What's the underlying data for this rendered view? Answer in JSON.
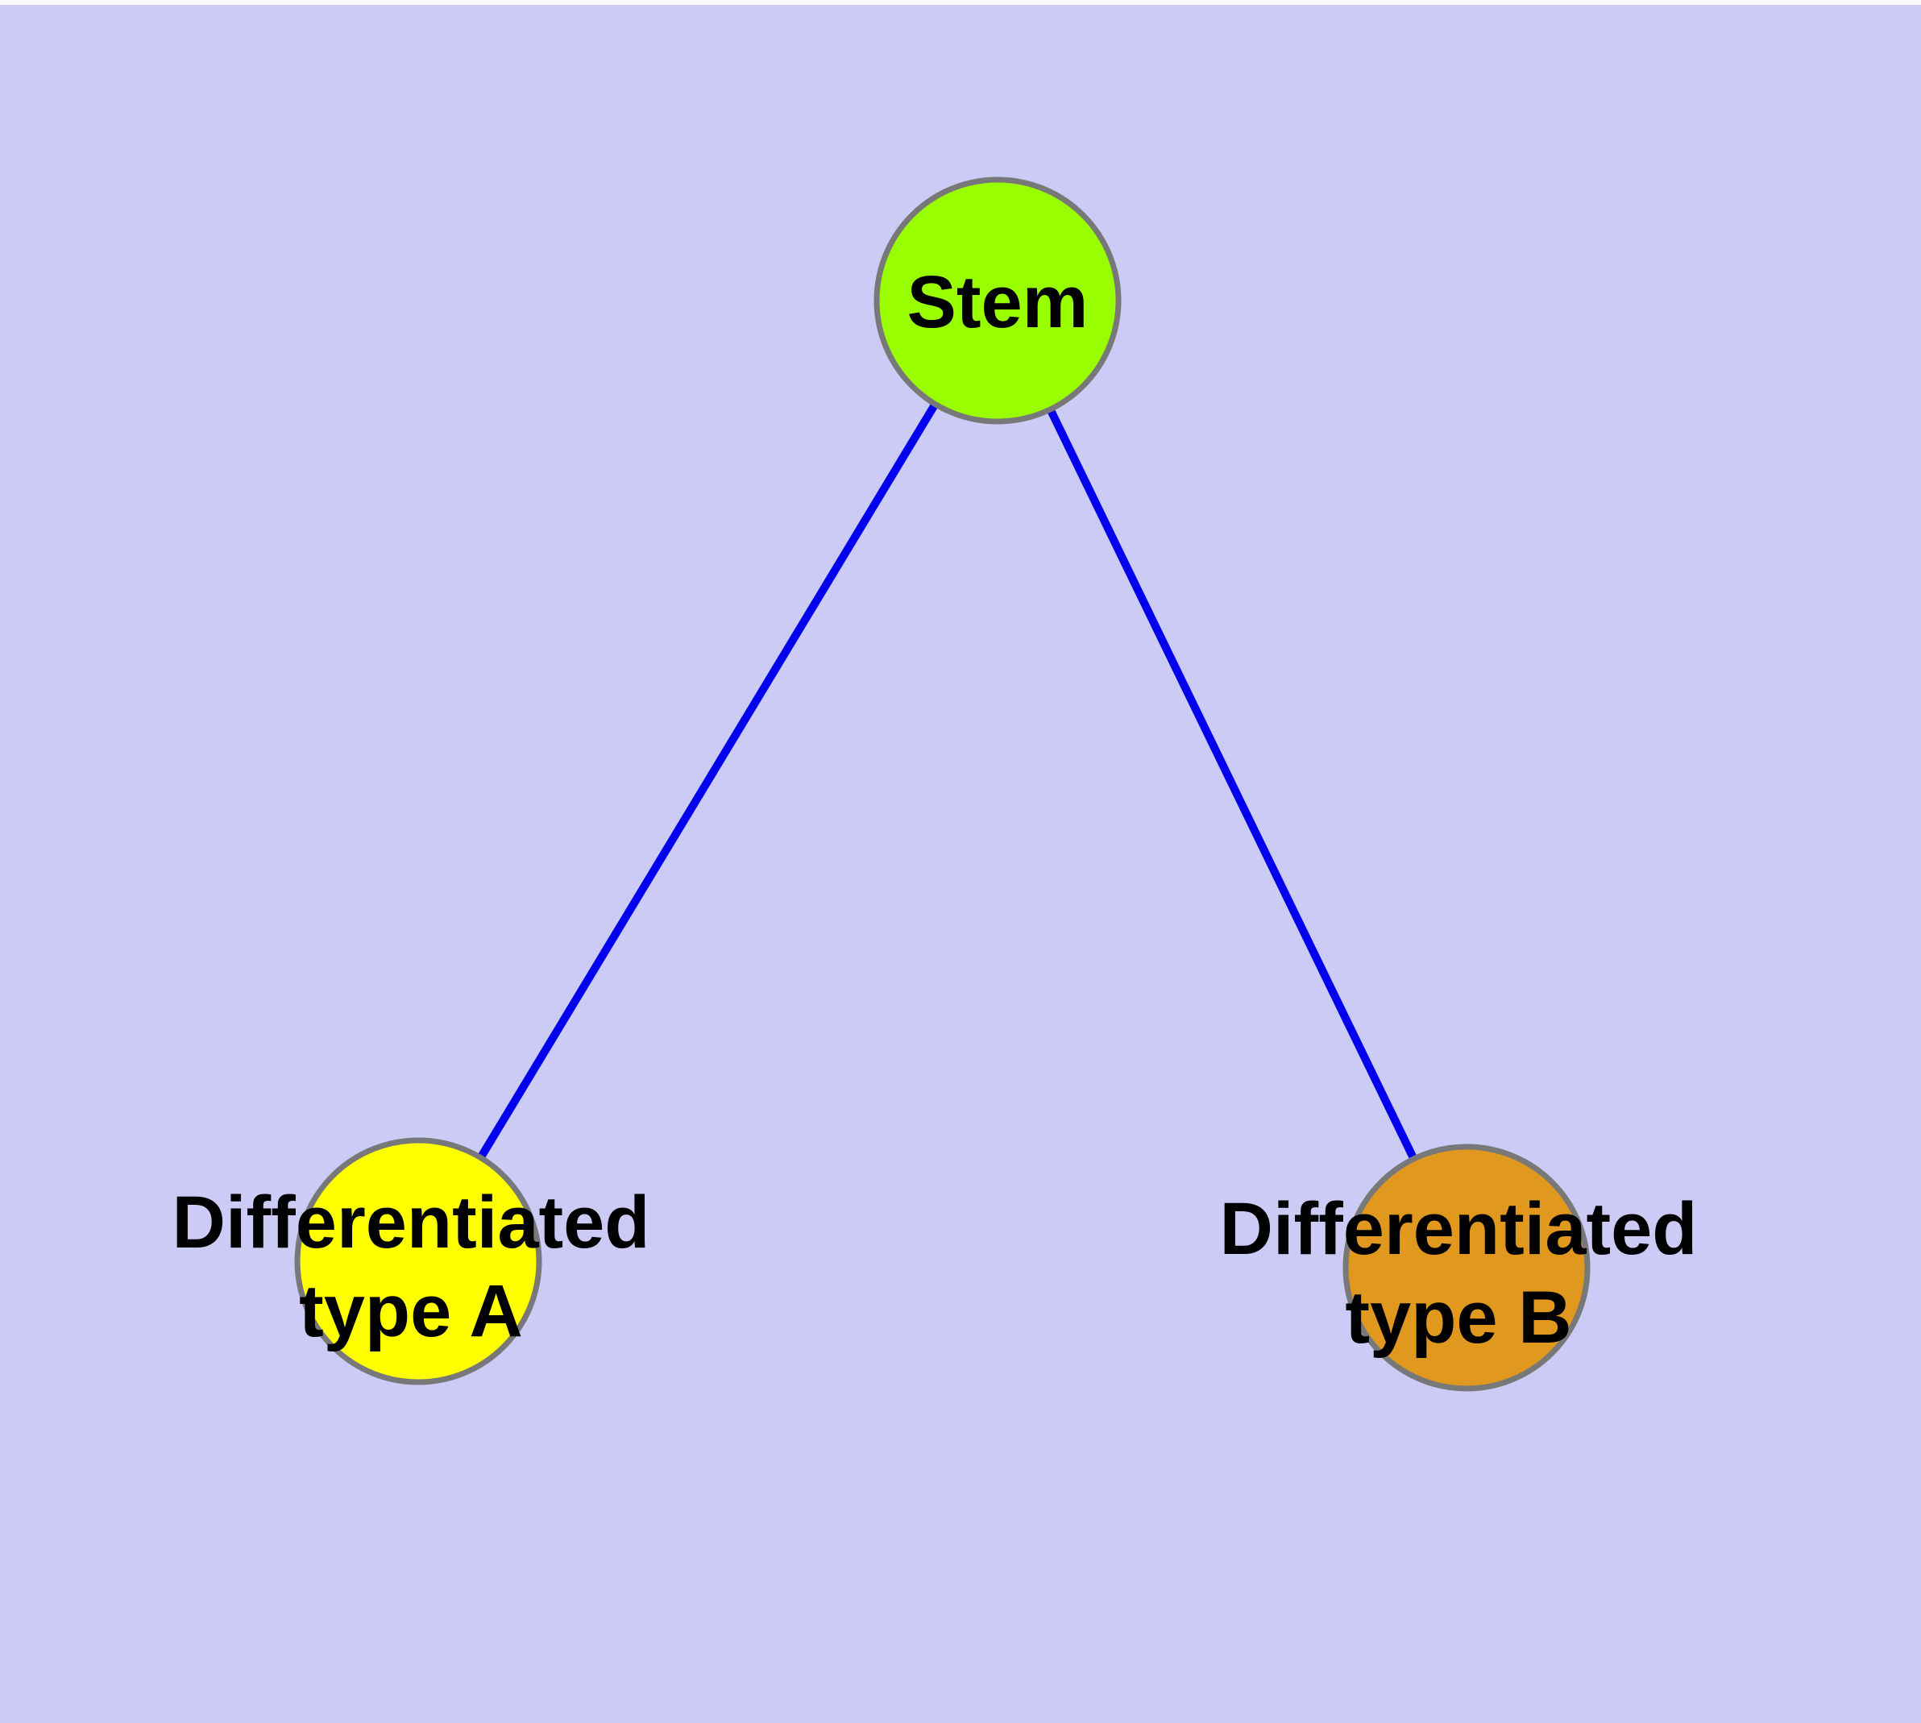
{
  "diagram": {
    "type": "node-link-graph",
    "colors": {
      "background": "#cbcbf5",
      "top_border": "#fafafa",
      "edge": "#0000ee",
      "node_outline": "#787878",
      "label_text": "#000000"
    },
    "nodes": {
      "stem": {
        "id": "stem",
        "label": "Stem",
        "fill": "#99ff00"
      },
      "type_a": {
        "id": "type_a",
        "label_line1": "Differentiated",
        "label_line2": "type A",
        "fill": "#ffff00"
      },
      "type_b": {
        "id": "type_b",
        "label_line1": "Differentiated",
        "label_line2": "type B",
        "fill": "#e0991e"
      }
    },
    "edges": [
      {
        "from": "stem",
        "to": "type_a"
      },
      {
        "from": "stem",
        "to": "type_b"
      }
    ]
  }
}
